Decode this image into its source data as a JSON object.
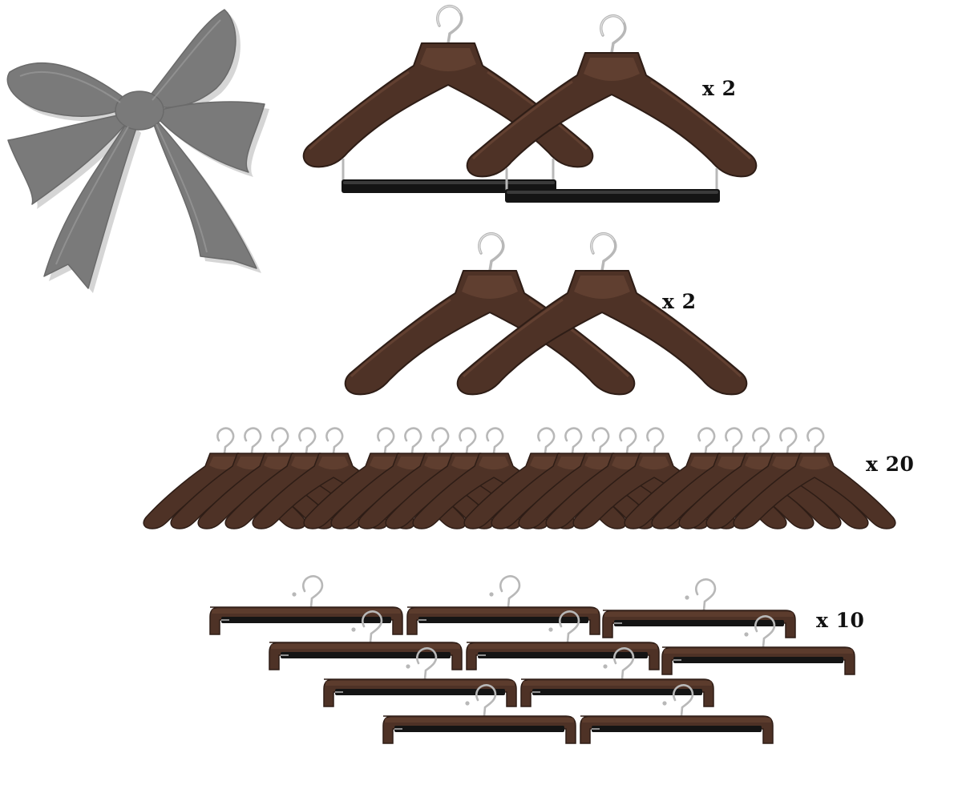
{
  "image": {
    "bow": {
      "icon": "gift-bow-icon",
      "color": "#7a7a7a",
      "shadow_color": "#8a8a8a"
    },
    "colors": {
      "wood": "#4e3226",
      "wood_dark": "#2e1d16",
      "wood_light": "#6f4a38",
      "metal": "#b8b8b8",
      "bar": "#141414"
    },
    "groups": [
      {
        "id": "suit-hangers-with-bar",
        "icon": "suit-hanger-with-bar-icon",
        "quantity_label": "x 2",
        "count": 2
      },
      {
        "id": "suit-hangers",
        "icon": "suit-hanger-icon",
        "quantity_label": "x 2",
        "count": 2
      },
      {
        "id": "shirt-hangers",
        "icon": "shirt-hanger-icon",
        "quantity_label": "x 20",
        "count": 20
      },
      {
        "id": "pant-hangers",
        "icon": "pant-hanger-icon",
        "quantity_label": "x 10",
        "count": 10
      }
    ]
  }
}
